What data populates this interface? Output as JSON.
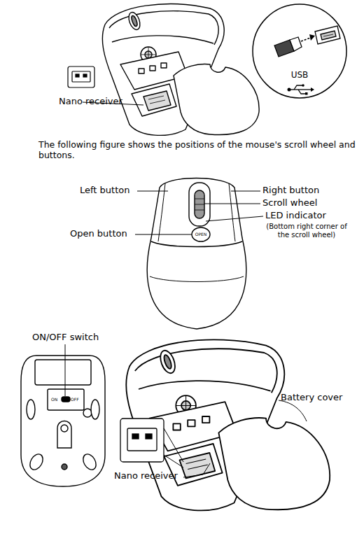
{
  "diagram": {
    "nodes": [
      {
        "text": [
          "USB"
        ]
      }
    ],
    "labels": [
      "Nano receiver",
      "The following figure shows the positions of the mouse's scroll wheel and buttons.",
      "Left button",
      "Right button",
      "Scroll wheel",
      "LED indicator",
      "(Bottom right corner of the scroll wheel)",
      "Open button",
      "OPEN",
      "ON/OFF switch",
      "ON",
      "OFF",
      "Battery cover",
      "Nano receiver"
    ]
  }
}
